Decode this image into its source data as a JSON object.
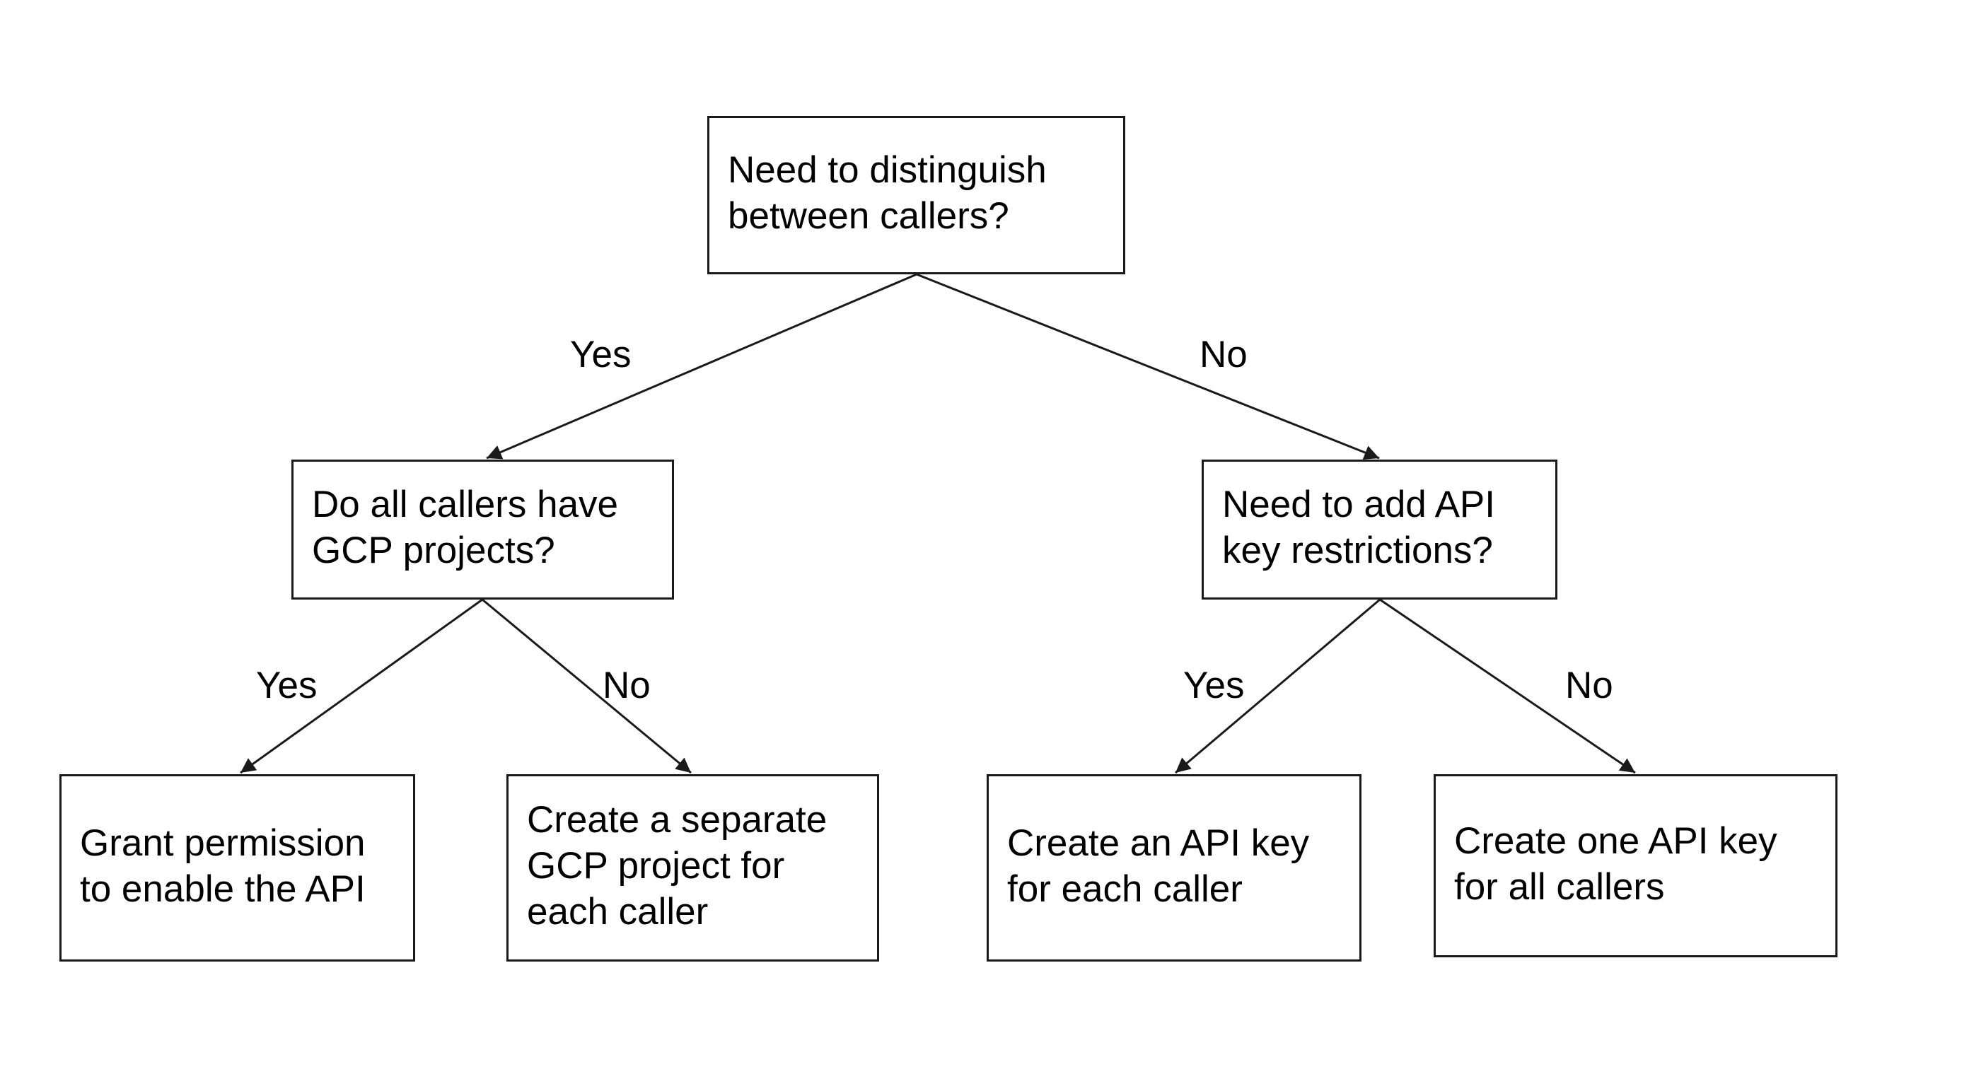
{
  "diagram": {
    "root": {
      "text": "Need to distinguish\nbetween callers?"
    },
    "left": {
      "text": "Do all callers have\nGCP projects?"
    },
    "right": {
      "text": "Need to add API\nkey restrictions?"
    },
    "left_yes_leaf": {
      "text": "Grant permission\nto enable the API"
    },
    "left_no_leaf": {
      "text": "Create a separate\nGCP project for\neach caller"
    },
    "right_yes_leaf": {
      "text": "Create an API key\nfor each caller"
    },
    "right_no_leaf": {
      "text": "Create one API key\nfor all callers"
    },
    "edges": {
      "root_yes": "Yes",
      "root_no": "No",
      "left_yes": "Yes",
      "left_no": "No",
      "right_yes": "Yes",
      "right_no": "No"
    },
    "colors": {
      "line": "#1a1a1a",
      "text": "#000000",
      "background": "#ffffff"
    }
  }
}
